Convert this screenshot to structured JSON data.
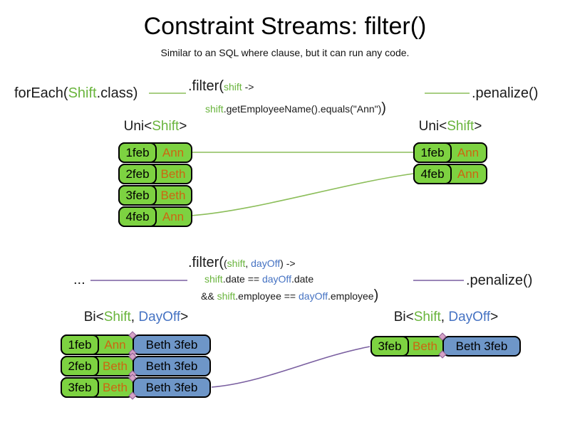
{
  "colors": {
    "green_text": "#69b43c",
    "green_fill": "#7dd241",
    "green_line": "#8cbe5a",
    "blue_text": "#4673c3",
    "blue_fill": "#6e96c8",
    "orange_text": "#cc6611",
    "purple_line": "#7a5fa0"
  },
  "header": {
    "title": "Constraint Streams: filter()",
    "subtitle": "Similar to an SQL where clause, but it can run any code."
  },
  "top_pipeline": {
    "source": [
      {
        "t": "forEach(",
        "c": "black",
        "lg": true
      },
      {
        "t": "Shift",
        "c": "green",
        "lg": true
      },
      {
        "t": ".class)",
        "c": "black",
        "lg": true
      }
    ],
    "filter_line1": [
      {
        "t": ".filter(",
        "c": "black",
        "lg": true
      },
      {
        "t": "shift",
        "c": "green"
      },
      {
        "t": " ->",
        "c": "black"
      }
    ],
    "filter_line2": [
      {
        "t": "shift",
        "c": "green"
      },
      {
        "t": ".getEmployeeName().equals(\"Ann\")",
        "c": "black"
      },
      {
        "t": ")",
        "c": "black",
        "lg": true
      }
    ],
    "penalize": [
      {
        "t": ".penalize()",
        "c": "black",
        "lg": true
      }
    ]
  },
  "uni_left": {
    "label": [
      {
        "t": "Uni<",
        "c": "black"
      },
      {
        "t": "Shift",
        "c": "green"
      },
      {
        "t": ">",
        "c": "black"
      }
    ],
    "rows": [
      {
        "date": "1feb",
        "name": "Ann"
      },
      {
        "date": "2feb",
        "name": "Beth"
      },
      {
        "date": "3feb",
        "name": "Beth"
      },
      {
        "date": "4feb",
        "name": "Ann"
      }
    ]
  },
  "uni_right": {
    "label": [
      {
        "t": "Uni<",
        "c": "black"
      },
      {
        "t": "Shift",
        "c": "green"
      },
      {
        "t": ">",
        "c": "black"
      }
    ],
    "rows": [
      {
        "date": "1feb",
        "name": "Ann"
      },
      {
        "date": "4feb",
        "name": "Ann"
      }
    ]
  },
  "bottom_pipeline": {
    "source": [
      {
        "t": "...",
        "c": "black",
        "lg": true
      }
    ],
    "filter_line1": [
      {
        "t": ".filter(",
        "c": "black",
        "lg": true
      },
      {
        "t": "(",
        "c": "black"
      },
      {
        "t": "shift",
        "c": "green"
      },
      {
        "t": ", ",
        "c": "black"
      },
      {
        "t": "dayOff",
        "c": "blue"
      },
      {
        "t": ") ->",
        "c": "black"
      }
    ],
    "filter_line2": [
      {
        "t": "shift",
        "c": "green"
      },
      {
        "t": ".date == ",
        "c": "black"
      },
      {
        "t": "dayOff",
        "c": "blue"
      },
      {
        "t": ".date",
        "c": "black"
      }
    ],
    "filter_line3": [
      {
        "t": "&& ",
        "c": "black"
      },
      {
        "t": "shift",
        "c": "green"
      },
      {
        "t": ".employee == ",
        "c": "black"
      },
      {
        "t": "dayOff",
        "c": "blue"
      },
      {
        "t": ".employee",
        "c": "black"
      },
      {
        "t": ")",
        "c": "black",
        "lg": true
      }
    ],
    "penalize": [
      {
        "t": ".penalize()",
        "c": "black",
        "lg": true
      }
    ]
  },
  "bi_left": {
    "label": [
      {
        "t": "Bi<",
        "c": "black"
      },
      {
        "t": "Shift",
        "c": "green"
      },
      {
        "t": ", ",
        "c": "black"
      },
      {
        "t": "DayOff",
        "c": "blue"
      },
      {
        "t": ">",
        "c": "black"
      }
    ],
    "rows": [
      {
        "date": "1feb",
        "name": "Ann",
        "pair": "Beth 3feb"
      },
      {
        "date": "2feb",
        "name": "Beth",
        "pair": "Beth 3feb"
      },
      {
        "date": "3feb",
        "name": "Beth",
        "pair": "Beth 3feb"
      }
    ]
  },
  "bi_right": {
    "label": [
      {
        "t": "Bi<",
        "c": "black"
      },
      {
        "t": "Shift",
        "c": "green"
      },
      {
        "t": ", ",
        "c": "black"
      },
      {
        "t": "DayOff",
        "c": "blue"
      },
      {
        "t": ">",
        "c": "black"
      }
    ],
    "rows": [
      {
        "date": "3feb",
        "name": "Beth",
        "pair": "Beth 3feb"
      }
    ]
  }
}
